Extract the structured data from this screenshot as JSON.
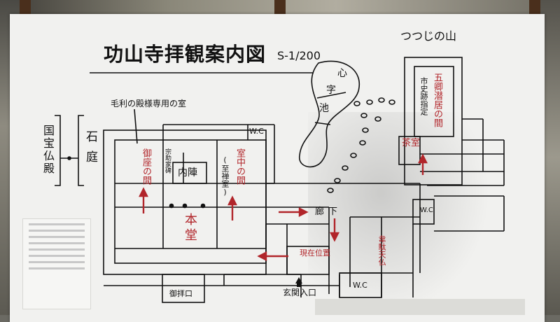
{
  "title": "功山寺拝観案内図",
  "scale": "S-1/200",
  "labels": {
    "tsutsuji": "つつじの山",
    "shinjiike": [
      "心",
      "字",
      "池"
    ],
    "kokuho": "国宝仏殿",
    "sekitei": "石庭",
    "mori_room": "毛利の殿様専用の室",
    "goza": "御座の間",
    "naijin": "内陣",
    "sosuke": "宗助家碑",
    "murochu": "室中の間",
    "zenzen": "(至禅室)",
    "hondo": "本堂",
    "wc1": "W.C",
    "wc2": "W.C",
    "wc3": "W.C",
    "goshou": "五卿潜居の間",
    "shiteishiseki": "市史跡指定",
    "chashitsu": "茶室",
    "rouka": "廊下",
    "genzaichi": "現在位置",
    "idaten": "韋駄天仏",
    "genkan": "玄関入口",
    "gohai": "御拝口"
  },
  "colors": {
    "red": "#b1252a",
    "line": "#111111",
    "board": "#f1f1ef"
  }
}
